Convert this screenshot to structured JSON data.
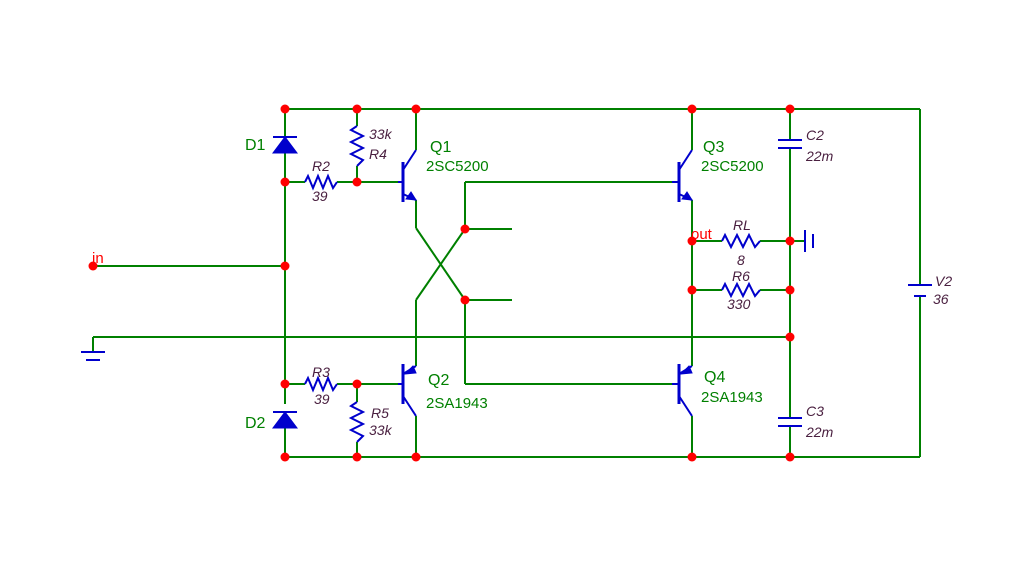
{
  "labels": {
    "D1": "D1",
    "D2": "D2",
    "R2": "R2",
    "R2_val": "39",
    "R3": "R3",
    "R3_val": "39",
    "R4": "R4",
    "R4_val": "33k",
    "R5": "R5",
    "R5_val": "33k",
    "Q1": "Q1",
    "Q1_part": "2SC5200",
    "Q2": "Q2",
    "Q2_part": "2SA1943",
    "Q3": "Q3",
    "Q3_part": "2SC5200",
    "Q4": "Q4",
    "Q4_part": "2SA1943",
    "C2": "C2",
    "C2_val": "22m",
    "C3": "C3",
    "C3_val": "22m",
    "RL": "RL",
    "RL_val": "8",
    "R6": "R6",
    "R6_val": "330",
    "V2": "V2",
    "V2_val": "36",
    "in": "in",
    "out": "out"
  }
}
